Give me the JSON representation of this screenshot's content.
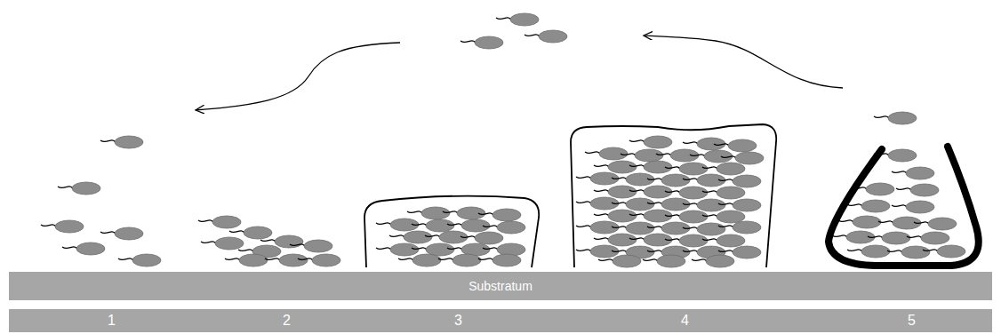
{
  "diagram": {
    "nodes": [
      {
        "text": [
          "Substratum"
        ]
      }
    ],
    "labels": [
      "1",
      "2",
      "3",
      "4",
      "5"
    ]
  }
}
